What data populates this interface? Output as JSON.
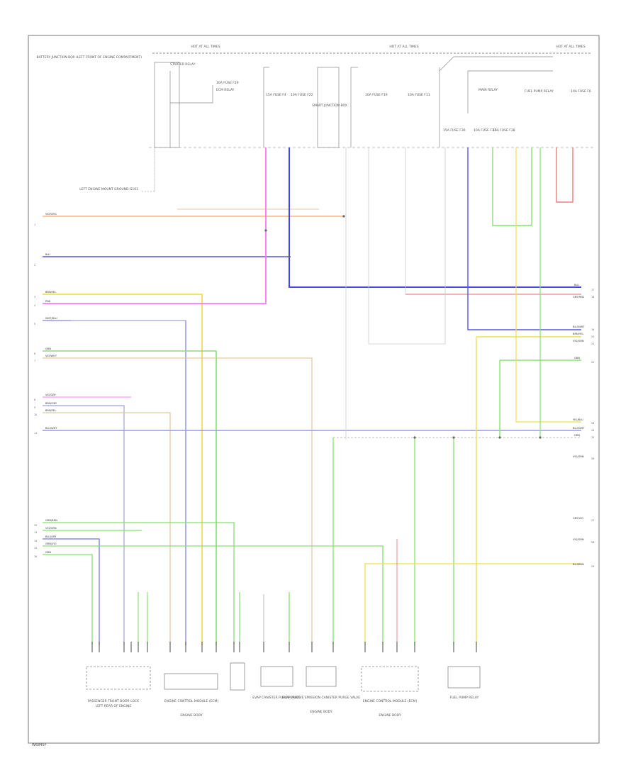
{
  "diagram": {
    "footer_code": "W6845F",
    "top_bus_labels": [
      "HOT AT ALL TIMES",
      "HOT AT ALL TIMES",
      "HOT AT ALL TIMES"
    ],
    "top_left_label": "BATTERY JUNCTION BOX (LEFT FRONT OF ENGINE COMPARTMENT)",
    "fuse_labels": [
      "10A FUSE F29",
      "15A FUSE F4",
      "10A FUSE F22",
      "10A FUSE F19",
      "10A FUSE F11",
      "15A FUSE F36",
      "10A FUSE F37",
      "10A FUSE F38",
      "10A FUSE F6",
      "SMART JUNCTION BOX"
    ],
    "splice_label": "LEFT ENGINE MOUNT GROUND G101",
    "left_wires": [
      {
        "pin": "1",
        "name": "VIO/ORG"
      },
      {
        "pin": "2",
        "name": "BLU"
      },
      {
        "pin": "3",
        "name": "BRN/YEL"
      },
      {
        "pin": "4",
        "name": "PNK"
      },
      {
        "pin": "5",
        "name": "WHT/BLU"
      },
      {
        "pin": "6",
        "name": "GRN"
      },
      {
        "pin": "7",
        "name": "VIO/WHT"
      },
      {
        "pin": "8",
        "name": "VIO/GRY"
      },
      {
        "pin": "9",
        "name": "BRN/GRY"
      },
      {
        "pin": "10",
        "name": "BRN/YEL"
      },
      {
        "pin": "11",
        "name": "BLU/WHT"
      },
      {
        "pin": "12",
        "name": "GRN/BRN"
      },
      {
        "pin": "13",
        "name": "VIO/GRN"
      },
      {
        "pin": "14",
        "name": "BLU/GRY"
      },
      {
        "pin": "15",
        "name": "GRN/VIO"
      },
      {
        "pin": "16",
        "name": "GRN"
      }
    ],
    "right_wires": [
      {
        "pin": "17",
        "name": "BLU"
      },
      {
        "pin": "18",
        "name": "GRY/RED"
      },
      {
        "pin": "19",
        "name": "BLU/WHT"
      },
      {
        "pin": "20",
        "name": "BRN/YEL"
      },
      {
        "pin": "21",
        "name": "VIO/GRN"
      },
      {
        "pin": "22",
        "name": "GRN"
      },
      {
        "pin": "23",
        "name": "YEL/BLU"
      },
      {
        "pin": "24",
        "name": "BLU/WHT"
      },
      {
        "pin": "25",
        "name": "GRN"
      },
      {
        "pin": "26",
        "name": "VIO/GRN"
      },
      {
        "pin": "27",
        "name": "GRY/VIO"
      },
      {
        "pin": "28",
        "name": "VIO/GRN"
      },
      {
        "pin": "29",
        "name": "BLU/BRN"
      }
    ],
    "components": [
      {
        "name": "PASSENGER FRONT DOOR LOCK",
        "sub": "LEFT REAR OF ENGINE"
      },
      {
        "name": "ENGINE CONTROL MODULE (ECM)",
        "sub": "ENGINE BODY"
      },
      {
        "name": "EVAP CANISTER PURGE VALVE",
        "sub": ""
      },
      {
        "name": "EVAPORATIVE EMISSION CANISTER PURGE VALVE",
        "sub": "ENGINE BODY"
      },
      {
        "name": "ENGINE CONTROL MODULE (ECM)",
        "sub": "ENGINE BODY"
      },
      {
        "name": "FUEL PUMP RELAY",
        "sub": ""
      }
    ],
    "relay_labels": [
      "MAIN RELAY",
      "FUEL PUMP RELAY",
      "ECM RELAY",
      "STARTER RELAY"
    ],
    "colors": {
      "orange": "#f7b68a",
      "blue": "#5555ee",
      "pink": "#ff77ff",
      "yellow": "#f2dd55",
      "green": "#88e070",
      "tan": "#e0caa2",
      "red": "#ee6666",
      "lightblue": "#9999ee",
      "gray": "#bbbbbb"
    }
  }
}
